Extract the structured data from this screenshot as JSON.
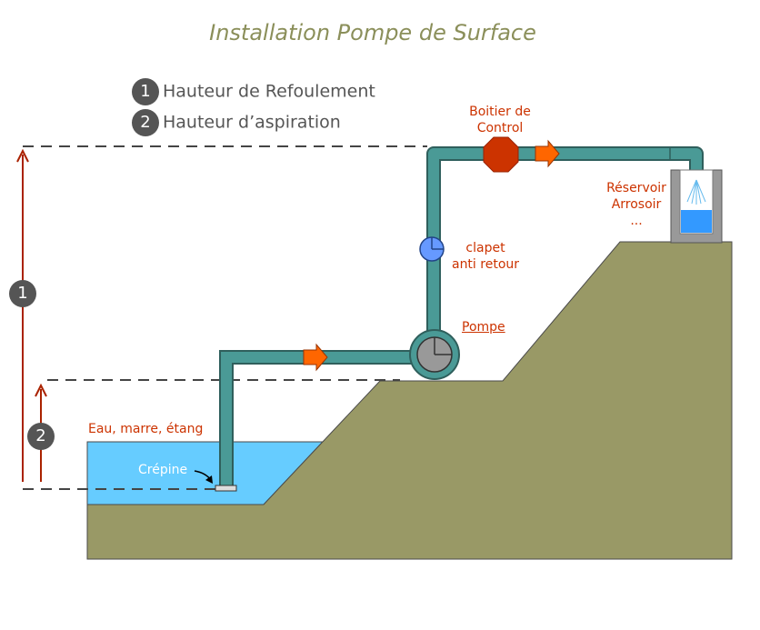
{
  "title": "Installation Pompe de Surface",
  "legend": [
    {
      "num": "1",
      "text": "Hauteur de Refoulement"
    },
    {
      "num": "2",
      "text": "Hauteur d’aspiration"
    }
  ],
  "labels": {
    "boitier_line1": "Boitier de",
    "boitier_line2": "Control",
    "reservoir_line1": "Réservoir",
    "reservoir_line2": "Arrosoir",
    "reservoir_line3": "...",
    "clapet_line1": "clapet",
    "clapet_line2": "anti retour",
    "pompe": "Pompe",
    "eau": "Eau, marre, étang",
    "crepine": "Crépine"
  },
  "colors": {
    "pipe": "#4a9a96",
    "pipe_outline": "#2f5f5c",
    "ground": "#999966",
    "water": "#66ccff",
    "arrow": "#ff6600",
    "label": "#cc3300",
    "dimension_arrow": "#aa2200",
    "badge": "#555555"
  }
}
